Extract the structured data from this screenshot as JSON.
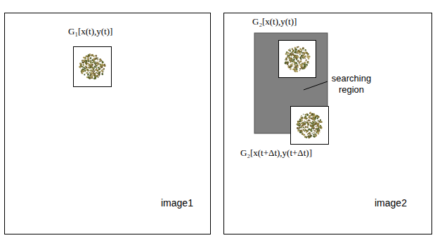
{
  "diagram": {
    "nodes": [
      {
        "text": [
          "image1"
        ]
      },
      {
        "text": [
          "G₁[x(t),y(t)]"
        ],
        "in": 0
      },
      {
        "text": [
          "image2"
        ]
      },
      {
        "text": [
          "G₂[x(t),y(t)]"
        ],
        "in": 2
      },
      {
        "text": [
          "G₂[x(t+Δt),y(t+Δt)]"
        ],
        "in": 2
      }
    ],
    "labels": [
      "searching region"
    ]
  }
}
